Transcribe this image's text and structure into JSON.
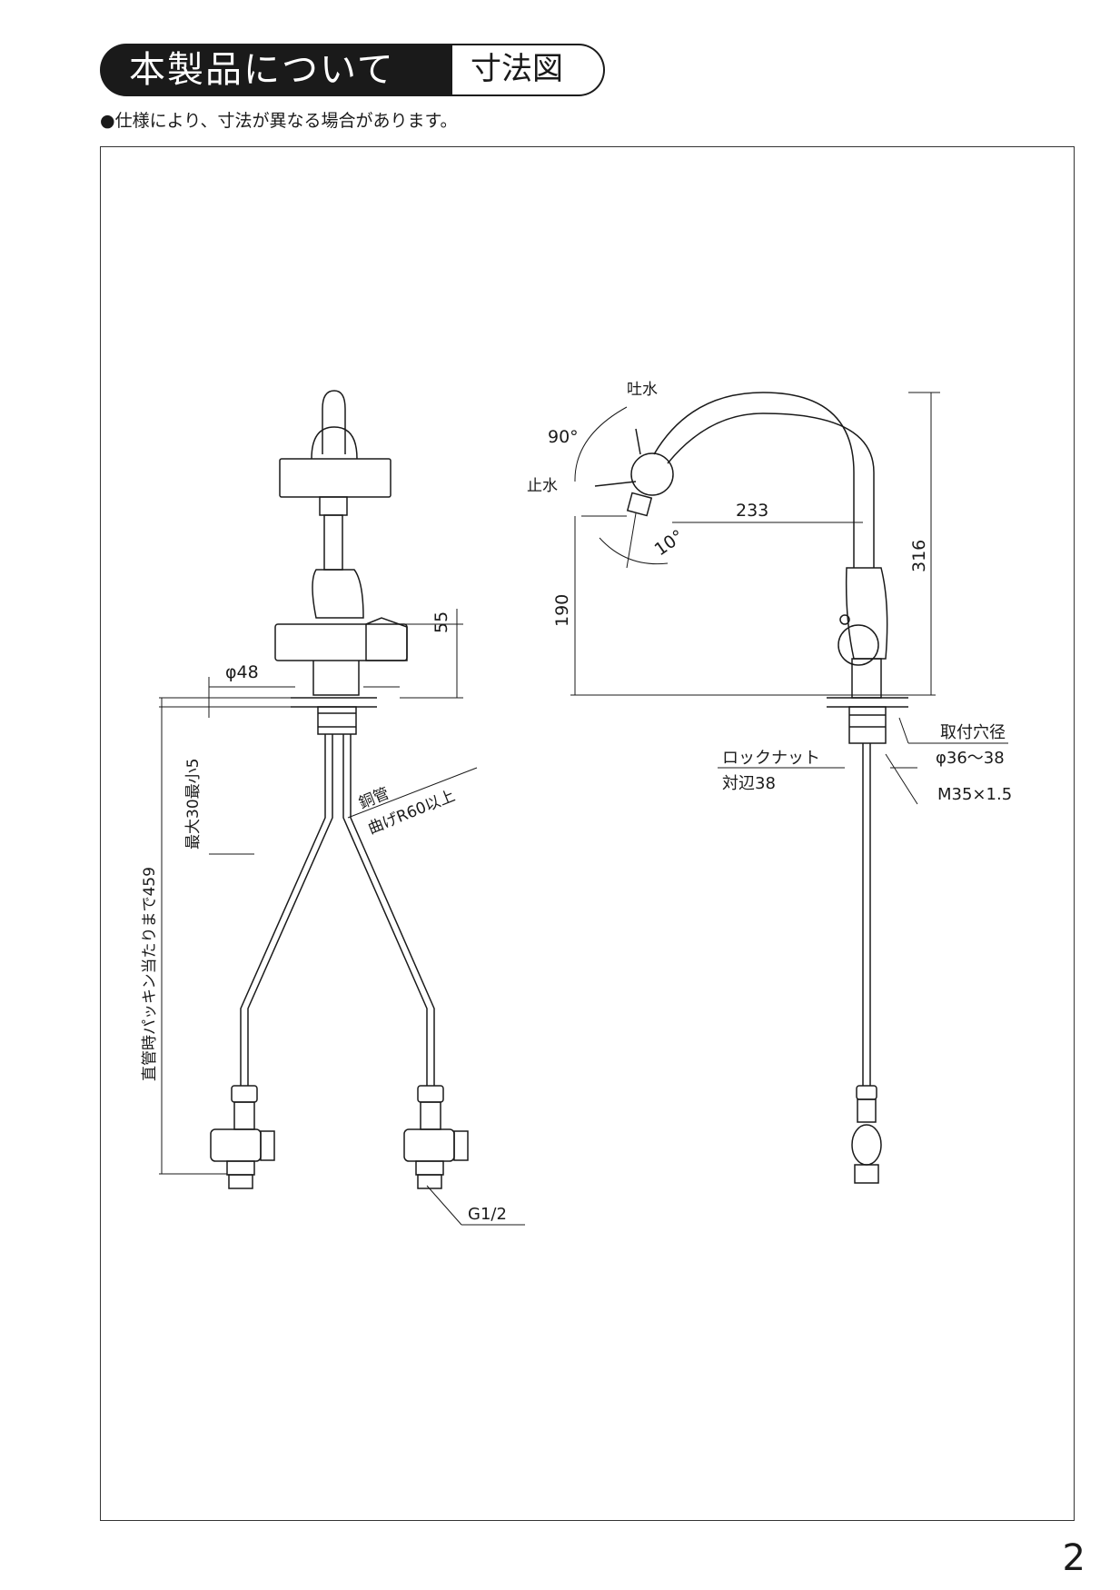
{
  "header": {
    "title": "本製品について",
    "subtitle": "寸法図"
  },
  "note": "●仕様により、寸法が異なる場合があります。",
  "front_view": {
    "dim_55": "55",
    "dim_phi48": "φ48",
    "dim_max30_min5": "最大30最小5",
    "dim_459": "直管時パッキン当たりまで459",
    "pipe_line1": "銅管",
    "pipe_line2": "曲げR60以上",
    "thread": "G1/2"
  },
  "side_view": {
    "spout_label": "吐水",
    "stop_label": "止水",
    "angle_90": "90°",
    "angle_10": "10°",
    "dim_233": "233",
    "dim_316": "316",
    "dim_190": "190",
    "hole_label": "取付穴径",
    "hole_dia": "φ36～38",
    "locknut_label": "ロックナット",
    "locknut_size": "対辺38",
    "thread_label": "M35×1.5"
  },
  "page_number": "2"
}
